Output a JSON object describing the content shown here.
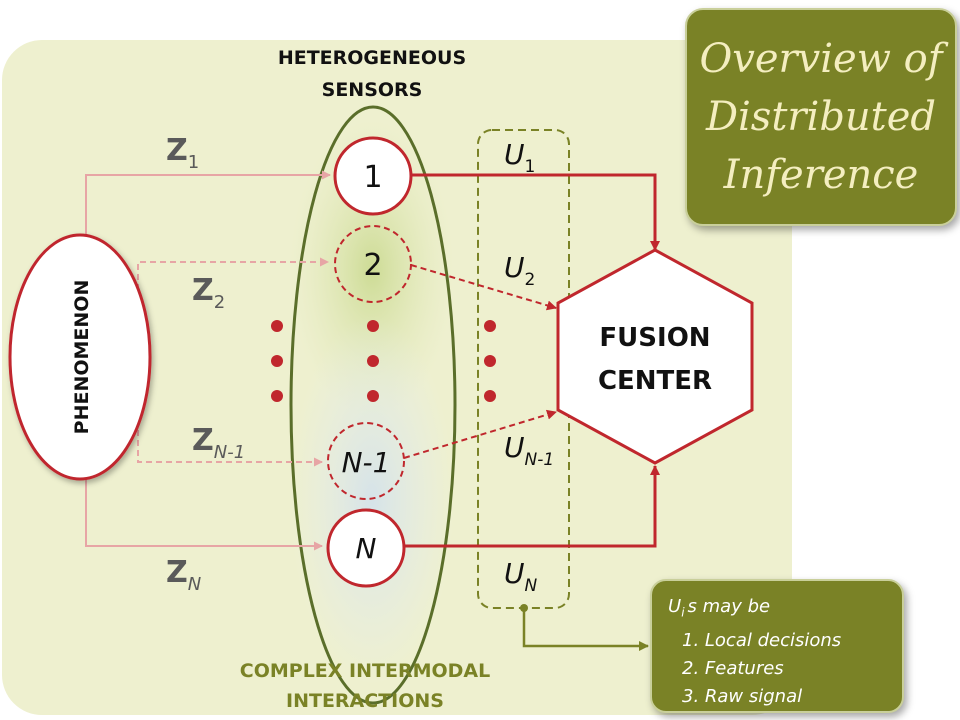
{
  "title": {
    "lines": [
      "Overview of",
      "Distributed",
      "Inference"
    ]
  },
  "labels": {
    "sensors_header": [
      "HETEROGENEOUS",
      "SENSORS"
    ],
    "phenomenon": "PHENOMENON",
    "fusion_center": [
      "FUSION",
      "CENTER"
    ],
    "interactions": [
      "COMPLEX  INTERMODAL",
      "INTERACTIONS"
    ]
  },
  "sensors": [
    {
      "label": "1",
      "style": "solid"
    },
    {
      "label": "2",
      "style": "dashed"
    },
    {
      "label": "N-1",
      "style": "dashed"
    },
    {
      "label": "N",
      "style": "solid"
    }
  ],
  "observations": [
    {
      "base": "Z",
      "sub": "1"
    },
    {
      "base": "Z",
      "sub": "2"
    },
    {
      "base": "Z",
      "sub": "N-1"
    },
    {
      "base": "Z",
      "sub": "N"
    }
  ],
  "outputs": [
    {
      "base": "U",
      "sub": "1"
    },
    {
      "base": "U",
      "sub": "2"
    },
    {
      "base": "U",
      "sub": "N-1"
    },
    {
      "base": "U",
      "sub": "N"
    }
  ],
  "note": {
    "heading_base": "U",
    "heading_sub": "i",
    "heading_rest": "s may be",
    "items": [
      "1.  Local decisions",
      "2.  Features",
      "3.  Raw signal"
    ]
  },
  "colors": {
    "background_panel": "#eef0cf",
    "red": "#c0272d",
    "pink": "#e7a5a5",
    "olive": "#7a8226",
    "ellipse_green": "#5a6e2a"
  }
}
